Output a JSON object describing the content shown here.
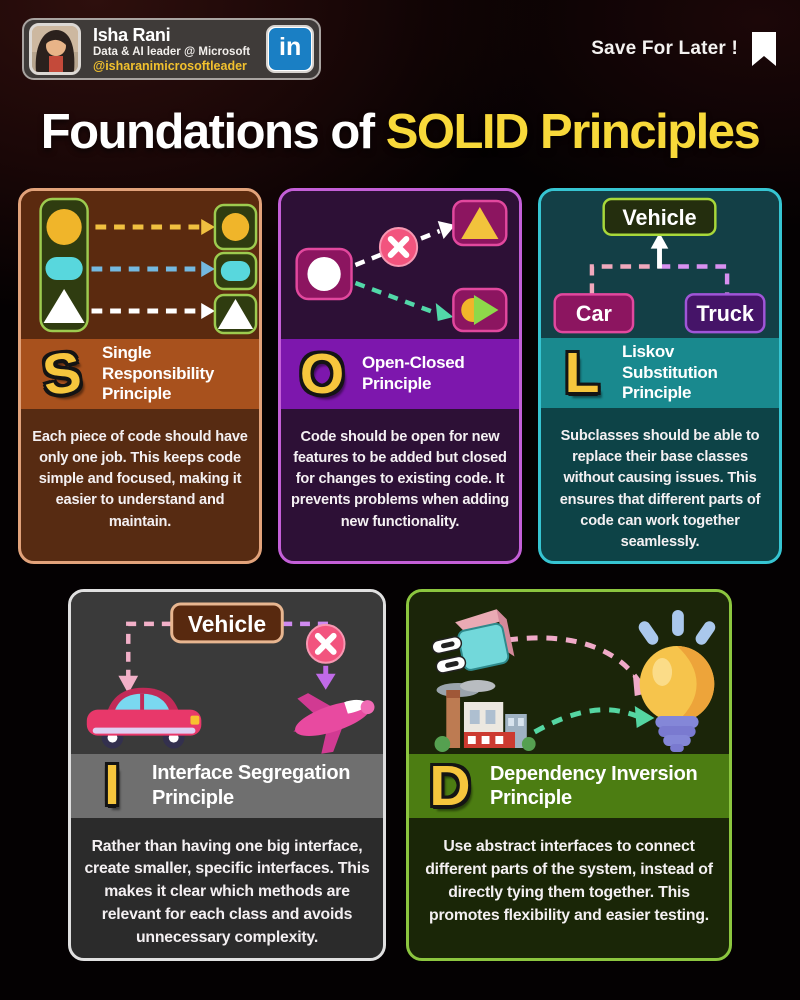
{
  "header": {
    "name": "Isha Rani",
    "role": "Data & AI leader @ Microsoft",
    "handle": "@isharanimicrosoftleader",
    "linkedin": "in",
    "save_label": "Save For Later !"
  },
  "title": {
    "prefix": "Foundations of ",
    "highlight": "SOLID Principles"
  },
  "accent_colors": {
    "title_highlight": "#f8d93a",
    "letter_yellow": "#f6c63d",
    "linkedin_blue": "#1a7fc4"
  },
  "cards": [
    {
      "letter": "S",
      "title_line1": "Single Responsibility",
      "title_line2": "Principle",
      "description": "Each piece of code should have only one job. This keeps code simple and focused, making it easier to understand and maintain.",
      "colors": {
        "border": "#e2a27a",
        "banner": "#a8511d",
        "bg": "#5b2a0f",
        "body": "#572b12"
      }
    },
    {
      "letter": "O",
      "title_line1": "Open-Closed",
      "title_line2": "Principle",
      "description": "Code should be open for new features to be added but closed for changes to existing code. It prevents problems when adding new functionality.",
      "colors": {
        "border": "#c45fd8",
        "banner": "#7d17ad",
        "bg": "#2d1036",
        "body": "#2d1036"
      }
    },
    {
      "letter": "L",
      "title_line1": "Liskov Substitution",
      "title_line2": "Principle",
      "description": "Subclasses should be able to replace their base classes without causing issues. This ensures that different parts of code can work together seamlessly.",
      "colors": {
        "border": "#36c5d2",
        "banner": "#19898e",
        "bg": "#133f46",
        "body": "#0d4347"
      },
      "labels": {
        "parent": "Vehicle",
        "left": "Car",
        "right": "Truck"
      }
    },
    {
      "letter": "I",
      "title_line1": "Interface Segregation",
      "title_line2": "Principle",
      "description": "Rather than having one big interface, create smaller, specific interfaces. This makes it clear which methods are relevant for each class and avoids unnecessary complexity.",
      "colors": {
        "border": "#e0e0e0",
        "banner": "#6f6f6f",
        "bg": "#3a3a3a",
        "body": "#2b2b2b"
      },
      "labels": {
        "parent": "Vehicle"
      }
    },
    {
      "letter": "D",
      "title_line1": "Dependency Inversion",
      "title_line2": "Principle",
      "description": "Use abstract interfaces to connect different parts of the system, instead of directly tying them together. This promotes flexibility and easier testing.",
      "colors": {
        "border": "#8cc63f",
        "banner": "#4c7d12",
        "bg": "#1b2509",
        "body": "#1a2607"
      }
    }
  ]
}
